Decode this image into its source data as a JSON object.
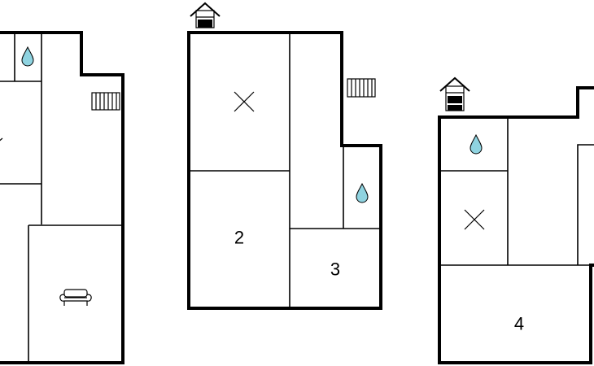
{
  "rooms": [
    {
      "id": "bedroom-2",
      "label": "2"
    },
    {
      "id": "bedroom-3",
      "label": "3"
    },
    {
      "id": "bedroom-4",
      "label": "4"
    }
  ],
  "icons": {
    "water": "water-drop-icon",
    "bed": "bed-cross-icon",
    "sofa": "sofa-icon",
    "stairs": "stairs-icon",
    "entrance": "house-entrance-icon"
  },
  "colors": {
    "wall": "#000000",
    "water": "#8fd3e0",
    "background": "#ffffff"
  }
}
